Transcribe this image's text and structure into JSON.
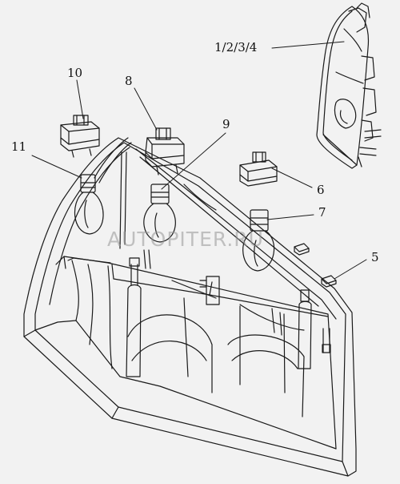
{
  "callouts": {
    "assembly": "1/2/3/4",
    "part_5": "5",
    "part_6": "6",
    "part_7": "7",
    "part_8": "8",
    "part_9": "9",
    "part_10": "10",
    "part_11": "11"
  },
  "watermark": "AUTOPITER.RU",
  "colors": {
    "background": "#f2f2f2",
    "line": "#1a1a1a",
    "watermark": "#969696"
  }
}
